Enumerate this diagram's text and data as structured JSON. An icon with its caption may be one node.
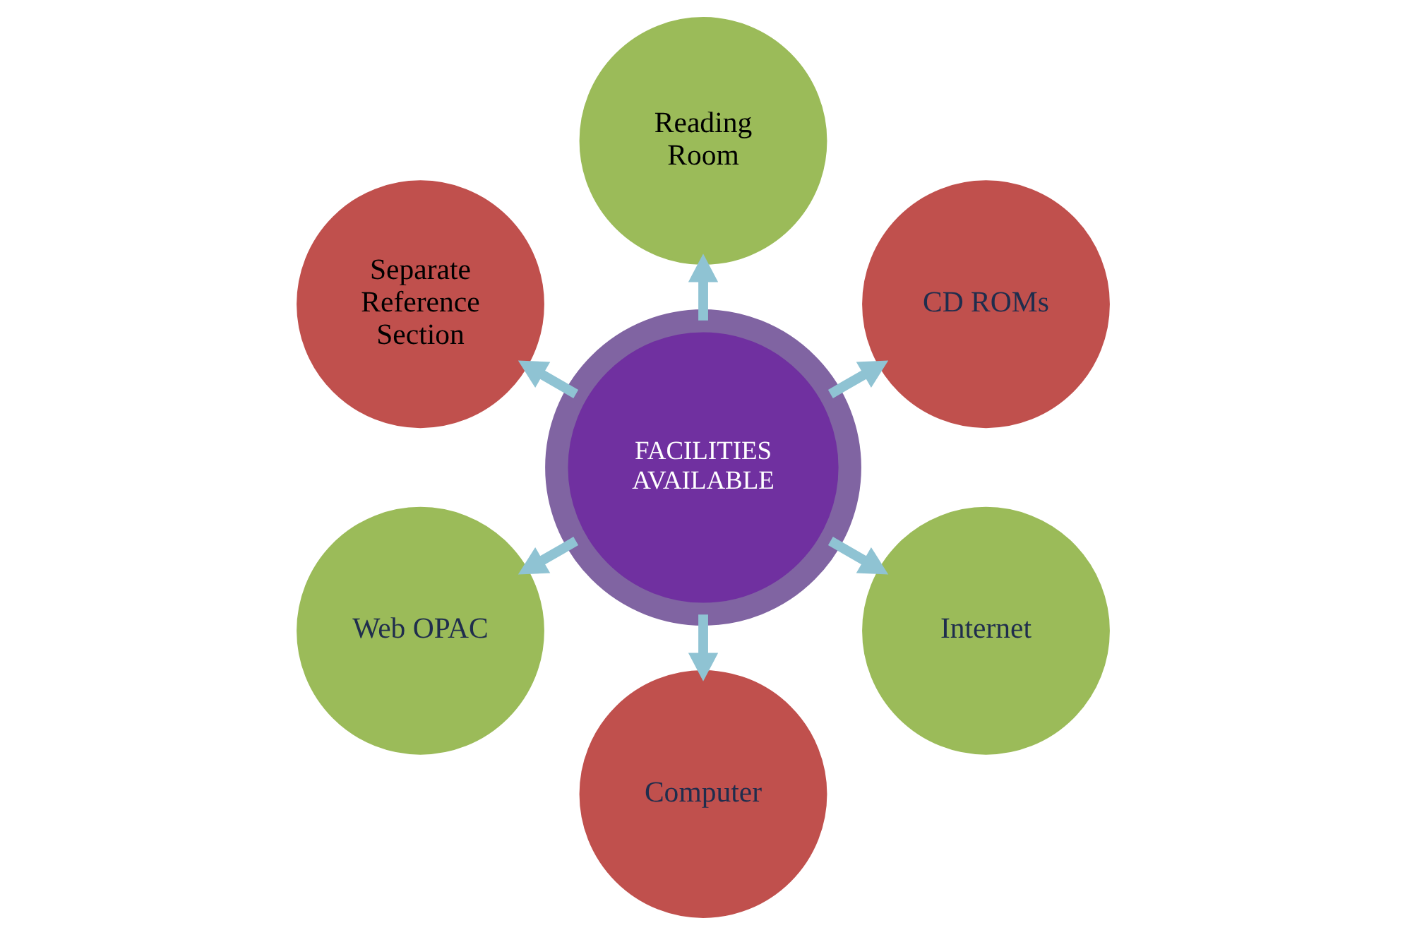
{
  "diagram": {
    "nodes": [
      {
        "text": [
          "FACILITIES AVAILABLE"
        ]
      },
      {
        "text": [
          "CD ROMs"
        ]
      },
      {
        "text": [
          "Reading Room"
        ]
      },
      {
        "text": [
          "Separate Reference Section"
        ]
      },
      {
        "text": [
          "Web OPAC"
        ]
      },
      {
        "text": [
          "Computer"
        ]
      },
      {
        "text": [
          "Internet"
        ]
      }
    ],
    "edges": [
      {
        "from": 0,
        "to": 1,
        "arrow": "to"
      },
      {
        "from": 0,
        "to": 2,
        "arrow": "to"
      },
      {
        "from": 0,
        "to": 3,
        "arrow": "to"
      },
      {
        "from": 0,
        "to": 4,
        "arrow": "to"
      },
      {
        "from": 0,
        "to": 5,
        "arrow": "to"
      },
      {
        "from": 0,
        "to": 6,
        "arrow": "to"
      }
    ]
  }
}
